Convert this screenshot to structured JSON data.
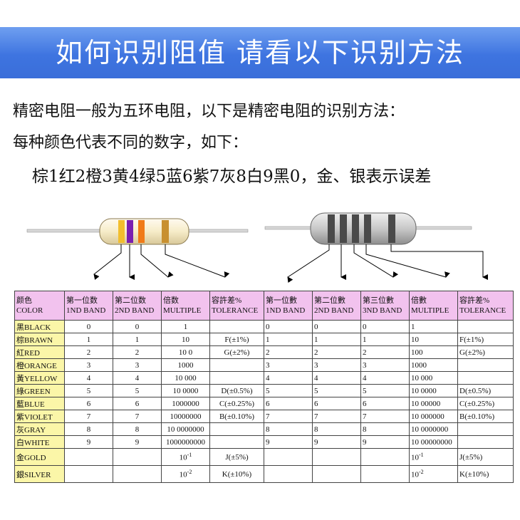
{
  "banner": {
    "title": "如何识别阻值  请看以下识别方法"
  },
  "intro": {
    "line1": "精密电阻一般为五环电阻，以下是精密电阻的识别方法：",
    "line2": "每种颜色代表不同的数字，如下：",
    "line3": "棕1红2橙3黄4绿5蓝6紫7灰8白9黑0，金、银表示误差"
  },
  "resistor4": {
    "bands": [
      "#f2be2e",
      "#7a1fb0",
      "#ffffff",
      "#f07a18",
      "#c89030"
    ],
    "body_color": "#f6ecc8"
  },
  "resistor5": {
    "band_color": "#4a4a4a",
    "body_color": "#c8c8c8"
  },
  "table": {
    "header_color": "#f2c2ee",
    "color_col_bg": "#fbf6a8",
    "headers": {
      "color": [
        "颜色",
        "COLOR"
      ],
      "left": [
        [
          "第一位数",
          "1ND BAND"
        ],
        [
          "第二位数",
          "2ND BAND"
        ],
        [
          "倍数",
          "MULTIPLE"
        ],
        [
          "容許差%",
          "TOLERANCE"
        ]
      ],
      "right": [
        [
          "第一位數",
          "1ND BAND"
        ],
        [
          "第二位數",
          "2ND BAND"
        ],
        [
          "第三位數",
          "3ND BAND"
        ],
        [
          "倍數",
          "MULTIPLE"
        ],
        [
          "容許差%",
          "TOLERANCE"
        ]
      ]
    },
    "rows": [
      {
        "color": "黑BLACK",
        "b1": "0",
        "b2": "0",
        "mult": "1",
        "tol": "",
        "r1": "0",
        "r2": "0",
        "r3": "0",
        "rmult": "1",
        "rtol": ""
      },
      {
        "color": "棕BRAWN",
        "b1": "1",
        "b2": "1",
        "mult": "10",
        "tol": "F(±1%)",
        "r1": "1",
        "r2": "1",
        "r3": "1",
        "rmult": "10",
        "rtol": "F(±1%)"
      },
      {
        "color": "紅RED",
        "b1": "2",
        "b2": "2",
        "mult": "10 0",
        "tol": "G(±2%)",
        "r1": "2",
        "r2": "2",
        "r3": "2",
        "rmult": "100",
        "rtol": "G(±2%)"
      },
      {
        "color": "橙ORANGE",
        "b1": "3",
        "b2": "3",
        "mult": "1000",
        "tol": "",
        "r1": "3",
        "r2": "3",
        "r3": "3",
        "rmult": "1000",
        "rtol": ""
      },
      {
        "color": "黃YELLOW",
        "b1": "4",
        "b2": "4",
        "mult": "10 000",
        "tol": "",
        "r1": "4",
        "r2": "4",
        "r3": "4",
        "rmult": "10 000",
        "rtol": ""
      },
      {
        "color": "綠GREEN",
        "b1": "5",
        "b2": "5",
        "mult": "10 0000",
        "tol": "D(±0.5%)",
        "r1": "5",
        "r2": "5",
        "r3": "5",
        "rmult": "10 0000",
        "rtol": "D(±0.5%)"
      },
      {
        "color": "藍BLUE",
        "b1": "6",
        "b2": "6",
        "mult": "1000000",
        "tol": "C(±0.25%)",
        "r1": "6",
        "r2": "6",
        "r3": "6",
        "rmult": "10 00000",
        "rtol": "C(±0.25%)"
      },
      {
        "color": "紫VIOLET",
        "b1": "7",
        "b2": "7",
        "mult": "10000000",
        "tol": "B(±0.10%)",
        "r1": "7",
        "r2": "7",
        "r3": "7",
        "rmult": "10 000000",
        "rtol": "B(±0.10%)"
      },
      {
        "color": "灰GRAY",
        "b1": "8",
        "b2": "8",
        "mult": "10 0000000",
        "tol": "",
        "r1": "8",
        "r2": "8",
        "r3": "8",
        "rmult": "10 0000000",
        "rtol": ""
      },
      {
        "color": "白WHITE",
        "b1": "9",
        "b2": "9",
        "mult": "1000000000",
        "tol": "",
        "r1": "9",
        "r2": "9",
        "r3": "9",
        "rmult": "10 00000000",
        "rtol": ""
      },
      {
        "color": "金GOLD",
        "b1": "",
        "b2": "",
        "mult": "10",
        "mult_exp": "-1",
        "tol": "J(±5%)",
        "r1": "",
        "r2": "",
        "r3": "",
        "rmult": "10",
        "rmult_exp": "-1",
        "rtol": "J(±5%)"
      },
      {
        "color": "銀SILVER",
        "b1": "",
        "b2": "",
        "mult": "10",
        "mult_exp": "-2",
        "tol": "K(±10%)",
        "r1": "",
        "r2": "",
        "r3": "",
        "rmult": "10",
        "rmult_exp": "-2",
        "rtol": "K(±10%)"
      }
    ]
  }
}
